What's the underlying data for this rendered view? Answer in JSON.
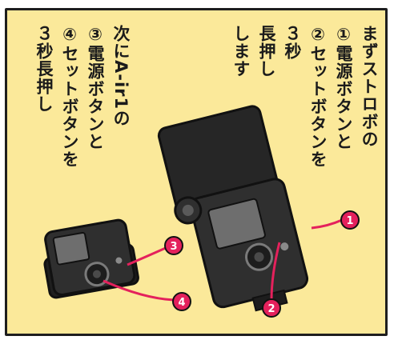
{
  "comic": {
    "right_text": {
      "lines": [
        "まずストロボの",
        "①電源ボタンと",
        "②セットボタンを",
        "３秒",
        "長押し",
        "します"
      ]
    },
    "left_text": {
      "lines": [
        "次にA-ir1の",
        "③電源ボタンと",
        "④セットボタンを",
        "３秒長押し"
      ]
    },
    "markers": {
      "m1": "1",
      "m2": "2",
      "m3": "3",
      "m4": "4"
    },
    "colors": {
      "background": "#fbe99a",
      "marker": "#e4215c",
      "device": "#2b2b2b"
    }
  }
}
